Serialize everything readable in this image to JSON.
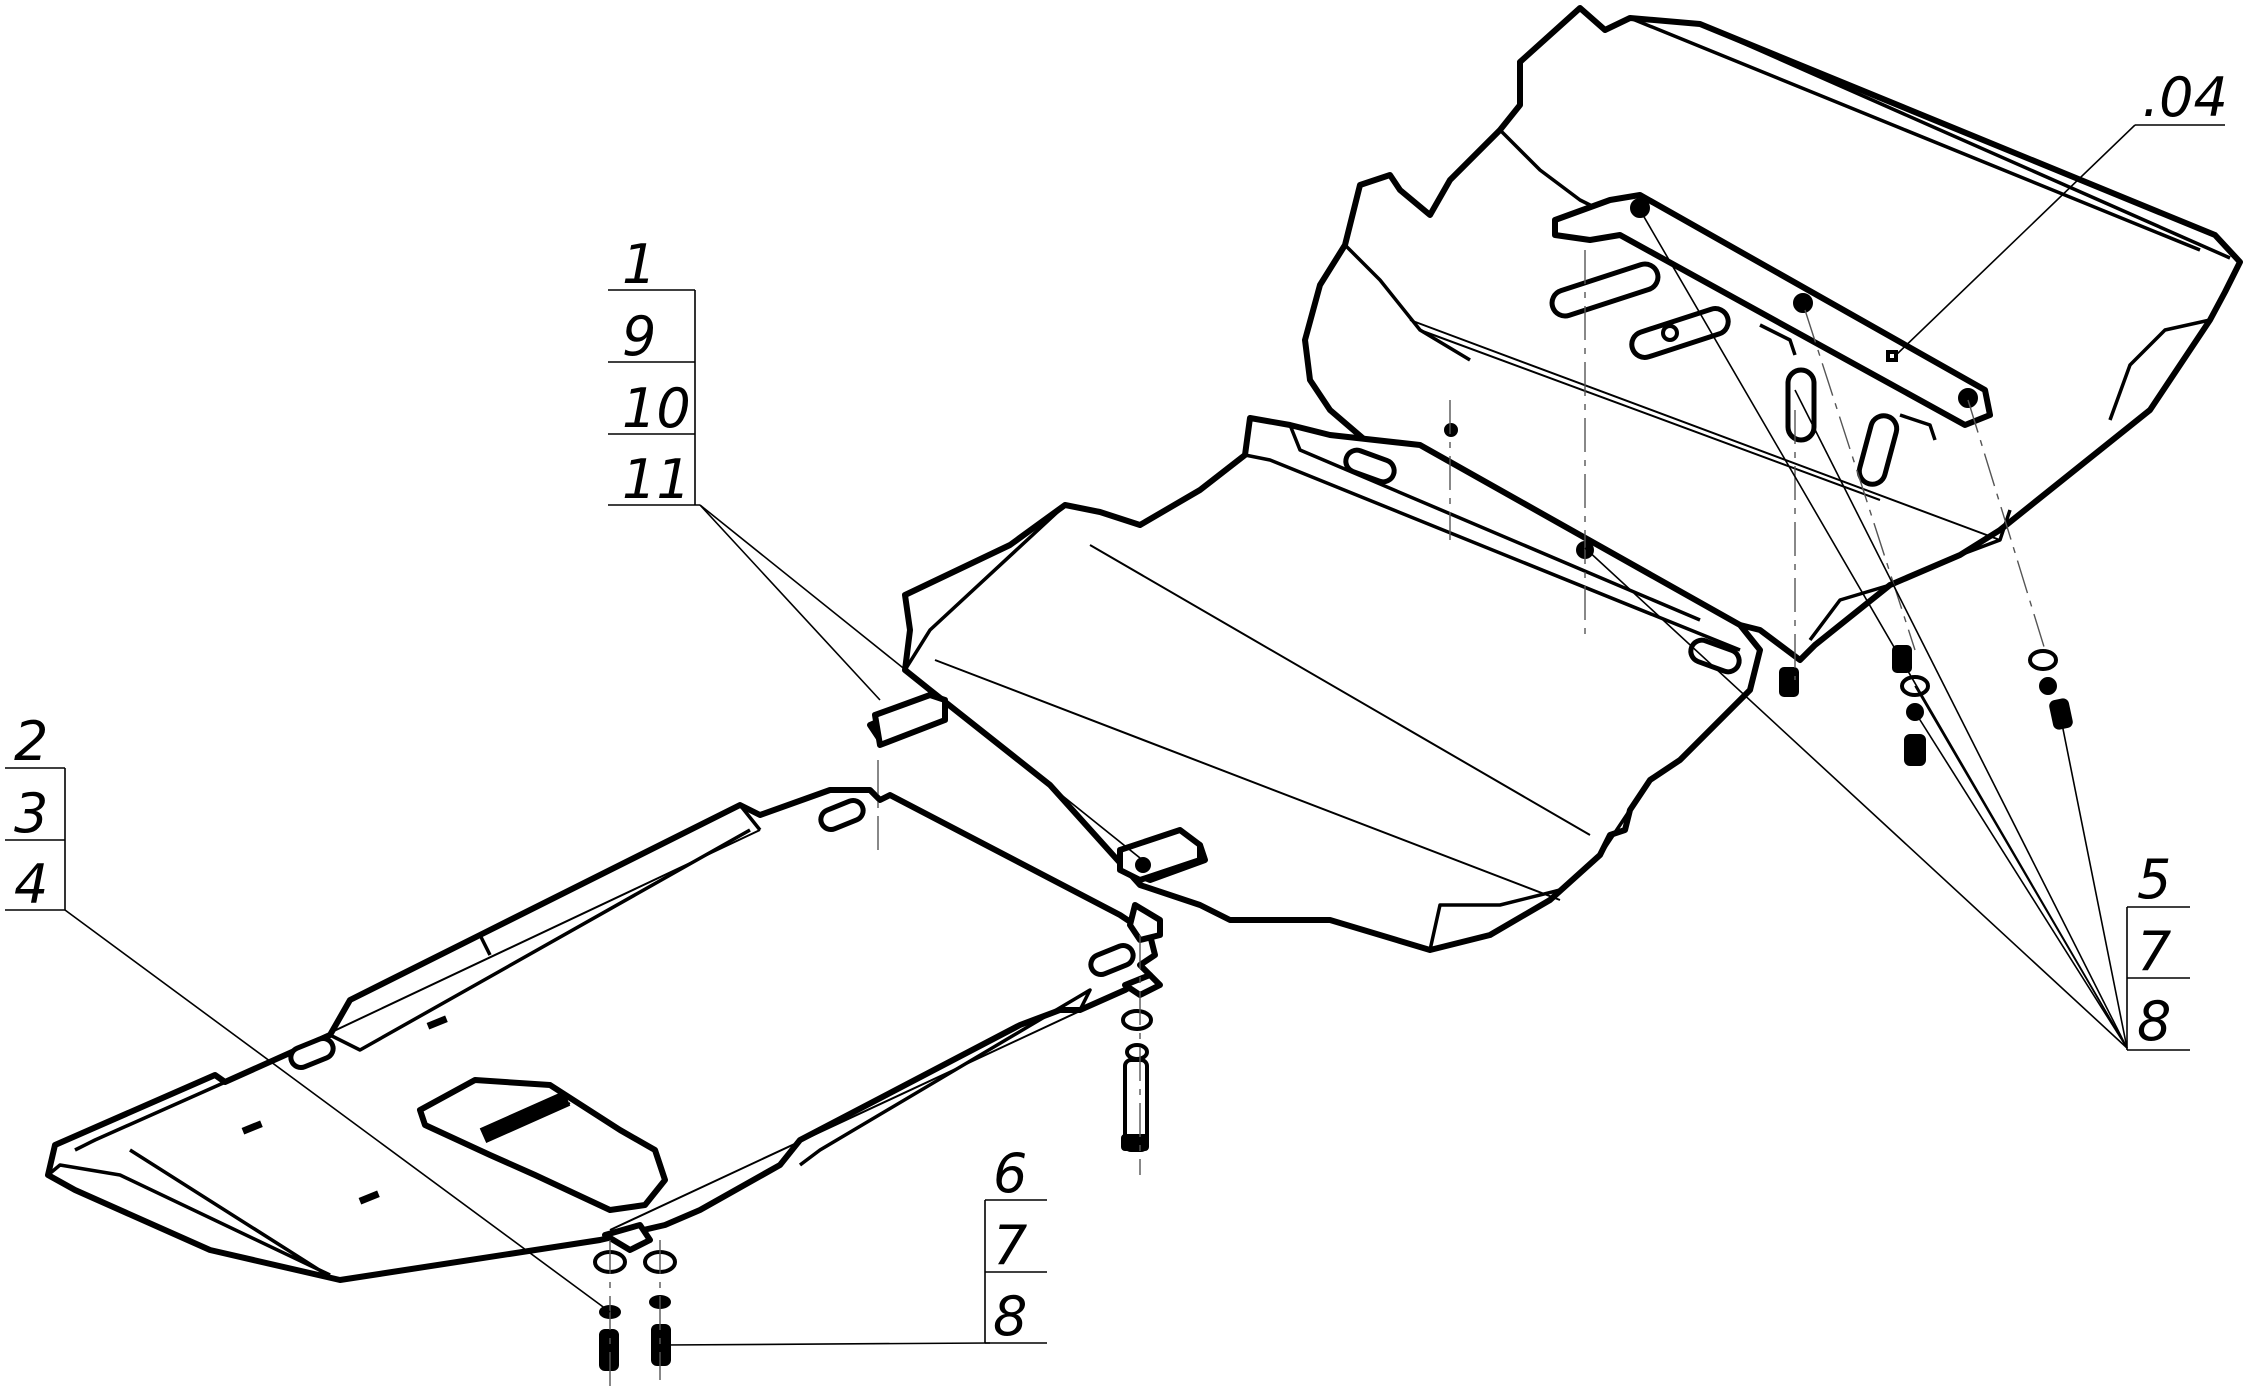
{
  "labels": {
    "group_front": [
      "1",
      "9",
      "10",
      "11"
    ],
    "group_left": [
      "2",
      "3",
      "4"
    ],
    "group_bottom": [
      "6",
      "7",
      "8"
    ],
    "group_right": [
      "5",
      "7",
      "8"
    ],
    "part_code": ".04"
  },
  "colors": {
    "line": "#000000",
    "background": "#ffffff"
  }
}
